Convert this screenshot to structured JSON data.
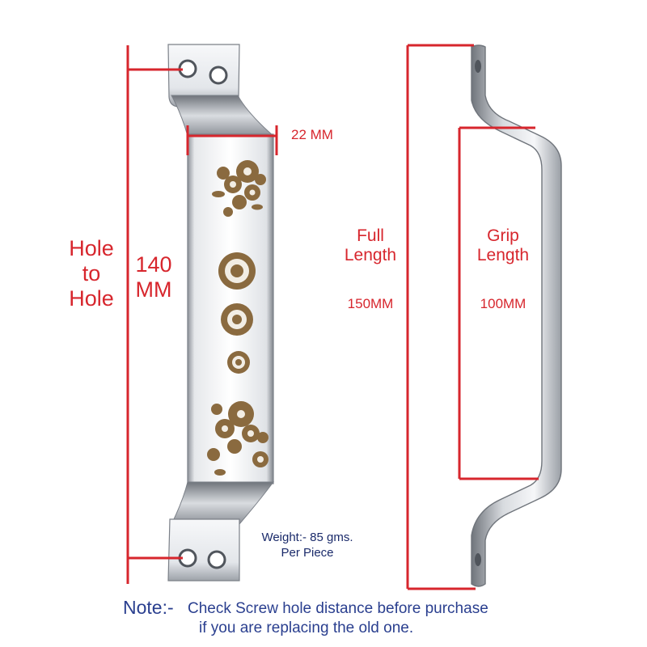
{
  "colors": {
    "dimension": "#d7262d",
    "note": "#2a3f8f",
    "metal_light": "#f4f5f7",
    "metal_dark": "#7b8088",
    "engraving": "#8a6a3f"
  },
  "labels": {
    "width_dim": "22 MM",
    "hole_to_hole": [
      "Hole",
      "to",
      "Hole"
    ],
    "hole_value": [
      "140",
      "MM"
    ],
    "full_length": [
      "Full",
      "Length"
    ],
    "full_value": "150MM",
    "grip_length": [
      "Grip",
      "Length"
    ],
    "grip_value": "100MM"
  },
  "weight": {
    "line1": "Weight:- 85 gms.",
    "line2": "Per Piece"
  },
  "note": {
    "heading": "Note:-",
    "line1": "Check Screw hole distance before purchase",
    "line2": "if you are replacing the old one."
  }
}
